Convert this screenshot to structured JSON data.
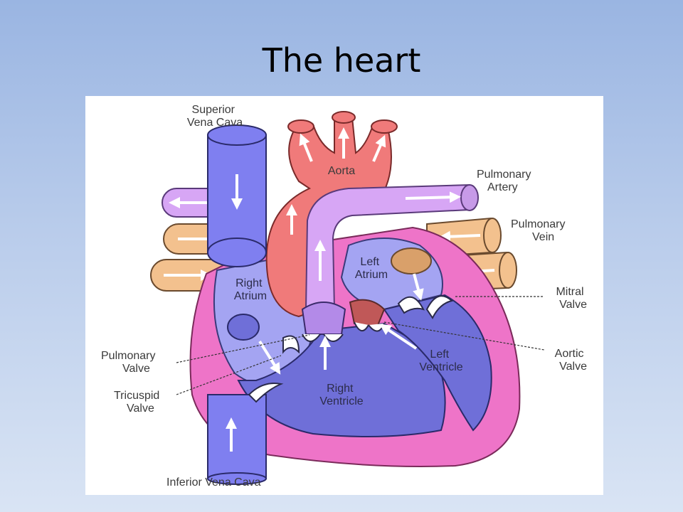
{
  "slide": {
    "title": "The heart"
  },
  "labels": {
    "superior_vena_cava": [
      "Superior",
      "Vena Cava"
    ],
    "aorta": "Aorta",
    "pulmonary_artery": [
      "Pulmonary",
      "Artery"
    ],
    "pulmonary_vein": [
      "Pulmonary",
      "Vein"
    ],
    "left_atrium": [
      "Left",
      "Atrium"
    ],
    "right_atrium": [
      "Right",
      "Atrium"
    ],
    "mitral_valve": [
      "Mitral",
      "Valve"
    ],
    "aortic_valve": [
      "Aortic",
      "Valve"
    ],
    "left_ventricle": [
      "Left",
      "Ventricle"
    ],
    "right_ventricle": [
      "Right",
      "Ventricle"
    ],
    "pulmonary_valve": [
      "Pulmonary",
      "Valve"
    ],
    "tricuspid_valve": [
      "Tricuspid",
      "Valve"
    ],
    "inferior_vena_cava": "Inferior Vena Cava"
  },
  "colors": {
    "vein_blue": "#7f7ff0",
    "artery_red": "#f07a7a",
    "pulmonary_purple": "#d7a6f5",
    "pulmonary_vein_tan": "#f3c18e",
    "wall_pink": "#ee74c8",
    "right_chamber": "#a4a4f2",
    "ventricle": "#6f6fd8"
  }
}
